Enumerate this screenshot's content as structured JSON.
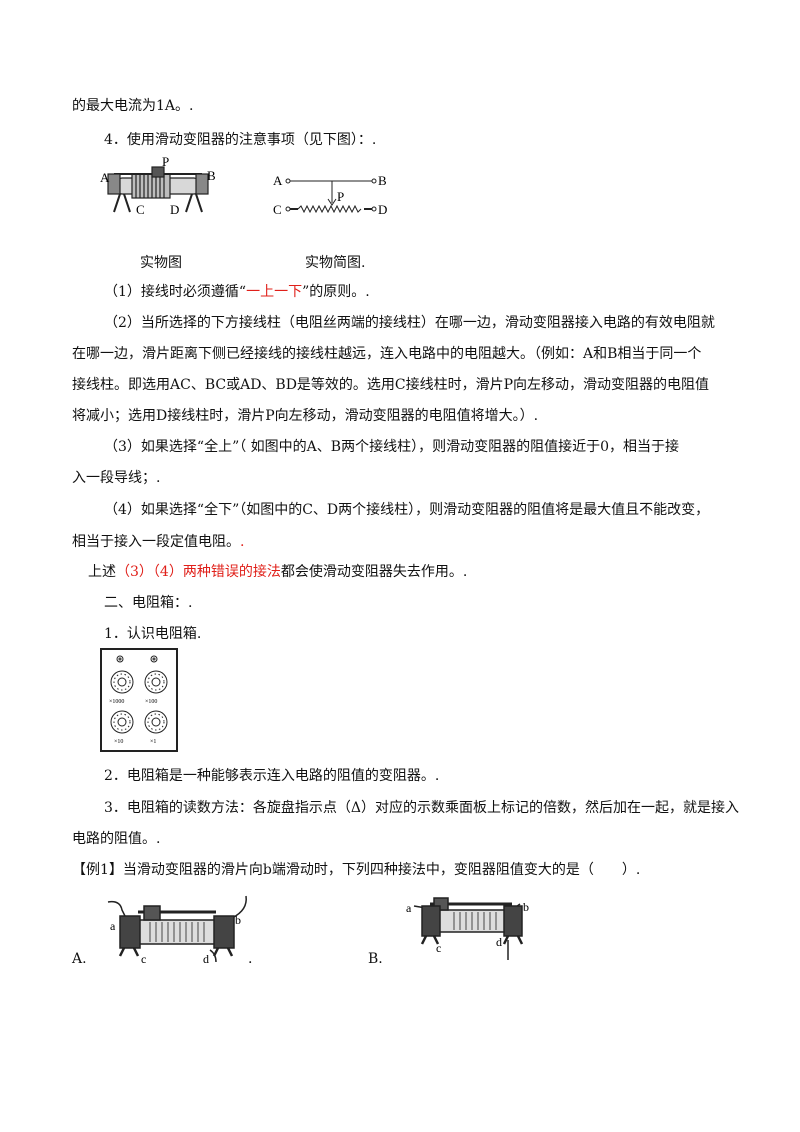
{
  "lines": {
    "l1": "的最大电流为1A。.",
    "l2": "4．使用滑动变阻器的注意事项（见下图）：.",
    "cap_real": "实物图",
    "cap_simple": "实物简图.",
    "p1_a": "（1）接线时必须遵循“",
    "p1_red": "一上一下",
    "p1_b": "”的原则。.",
    "p2_1": "（2）当所选择的下方接线柱（电阻丝两端的接线柱）在哪一边，滑动变阻器接入电路的有效电阻就",
    "p2_2": "在哪一边，滑片距离下侧已经接线的接线柱越远，连入电路中的电阻越大。（例如：A和B相当于同一个",
    "p2_3": "接线柱。即选用AC、BC或AD、BD是等效的。选用C接线柱时，滑片P向左移动，滑动变阻器的电阻值",
    "p2_4": "将减小；选用D接线柱时，滑片P向左移动，滑动变阻器的电阻值将增大。）.",
    "p3_1": "（3）如果选择“全上”（ 如图中的A、B两个接线柱），则滑动变阻器的阻值接近于0，相当于接",
    "p3_2": "入一段导线；.",
    "p4_1": "（4）如果选择“全下”（如图中的C、D两个接线柱），则滑动变阻器的阻值将是最大值且不能改变，",
    "p4_2": "相当于接入一段定值电阻。",
    "p4_2_dot": ".",
    "sum_a": "上述",
    "sum_red": "（3）（4）两种错误的接法",
    "sum_b": "都会使滑动变阻器失去作用。.",
    "sec2": "二、电阻箱：.",
    "s2_1": "1．认识电阻箱.",
    "s2_2": "2．电阻箱是一种能够表示连入电路的阻值的变阻器。.",
    "s2_3_1": "3．电阻箱的读数方法：各旋盘指示点（Δ）对应的示数乘面板上标记的倍数，然后加在一起，就是接入",
    "s2_3_2": "电路的阻值。.",
    "ex1": "【例1】当滑动变阻器的滑片向b端滑动时，下列四种接法中，变阻器阻值变大的是（　　）.",
    "optA": "A.",
    "optA_dot": ".",
    "optB": "B."
  },
  "figure_labels": {
    "real": {
      "A": "A",
      "B": "B",
      "C": "C",
      "D": "D",
      "P": "P"
    },
    "simple": {
      "A": "A",
      "B": "B",
      "C": "C",
      "D": "D",
      "P": "P"
    },
    "box": {
      "m1": "×1000",
      "m2": "×100",
      "m3": "×10",
      "m4": "×1"
    },
    "optA": {
      "a": "a",
      "b": "b",
      "c": "c",
      "d": "d"
    },
    "optB": {
      "a": "a",
      "b": "b",
      "c": "c",
      "d": "d"
    }
  }
}
